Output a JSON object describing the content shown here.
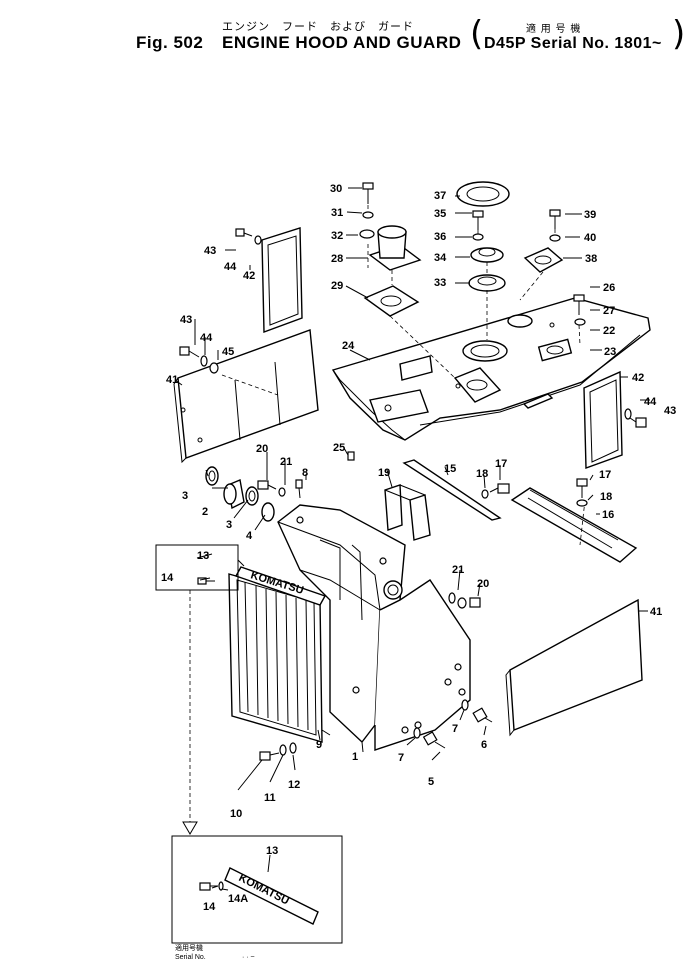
{
  "header": {
    "jp_title": "エンジン　フード　および　ガード",
    "jp_serial_label": "適 用 号 機",
    "fig_no": "Fig. 502",
    "title": "ENGINE HOOD AND GUARD",
    "serial": "D45P Serial No. 1801~"
  },
  "inset": {
    "serial_jp": "適用号機",
    "serial_label": "Serial No.",
    "serial_value": "· · ~",
    "emblem_text": "KOMATSU"
  },
  "emblem_text": "KOMATSU",
  "callouts": [
    "1",
    "2",
    "3",
    "3",
    "4",
    "5",
    "6",
    "7",
    "7",
    "8",
    "9",
    "10",
    "11",
    "12",
    "13",
    "13",
    "14",
    "14",
    "14A",
    "15",
    "16",
    "17",
    "17",
    "18",
    "18",
    "19",
    "20",
    "20",
    "21",
    "21",
    "22",
    "23",
    "24",
    "25",
    "26",
    "27",
    "28",
    "29",
    "30",
    "31",
    "32",
    "33",
    "34",
    "35",
    "36",
    "37",
    "38",
    "39",
    "40",
    "41",
    "41",
    "42",
    "42",
    "43",
    "43",
    "43",
    "44",
    "44",
    "44",
    "45"
  ]
}
